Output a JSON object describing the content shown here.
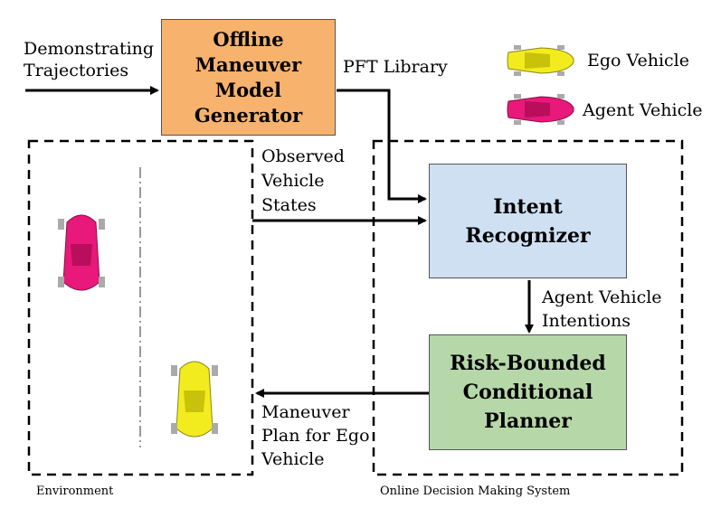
{
  "blocks": {
    "offline": [
      "Offline",
      "Maneuver",
      "Model",
      "Generator"
    ],
    "intent": [
      "Intent",
      "Recognizer"
    ],
    "planner": [
      "Risk-Bounded",
      "Conditional",
      "Planner"
    ]
  },
  "labels": {
    "demonstrating": [
      "Demonstrating",
      "Trajectories"
    ],
    "pft": "PFT Library",
    "observed": [
      "Observed",
      "Vehicle",
      "States"
    ],
    "agent_intentions": [
      "Agent Vehicle",
      "Intentions"
    ],
    "maneuver_plan": [
      "Maneuver",
      "Plan for Ego",
      "Vehicle"
    ]
  },
  "legend": {
    "ego": "Ego Vehicle",
    "agent": "Agent Vehicle"
  },
  "regions": {
    "environment": "Environment",
    "online": "Online Decision Making System"
  },
  "colors": {
    "offline_fill": "#f7b26e",
    "intent_fill": "#cfe0f3",
    "planner_fill": "#b6d7a8",
    "ego": "#f2ec1e",
    "agent": "#e8197a"
  }
}
